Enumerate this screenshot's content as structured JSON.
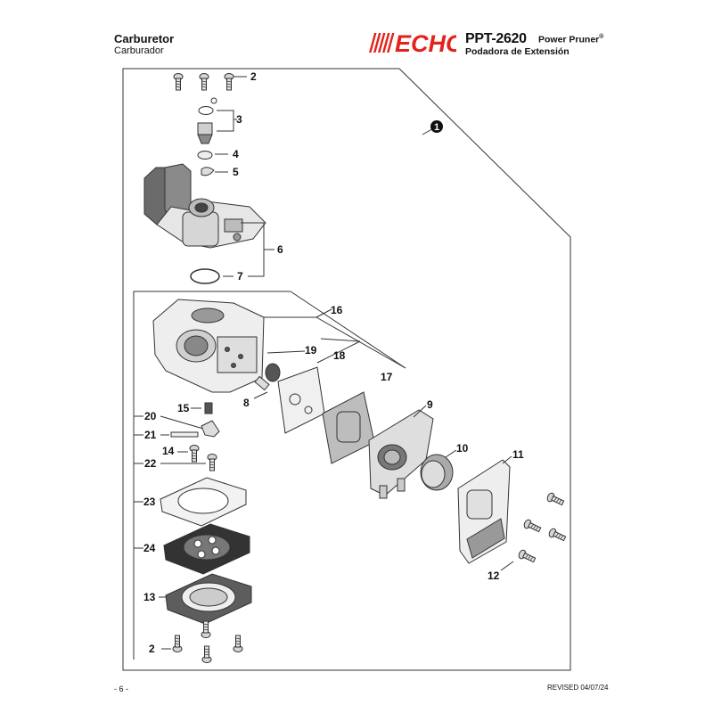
{
  "header": {
    "title": "Carburetor",
    "subtitle": "Carburador",
    "brand": "ECHO",
    "model": "PPT-2620",
    "model_name": "Power Pruner",
    "registered_mark": "®",
    "model_name_es": "Podadora de Extensión"
  },
  "footer": {
    "page": "- 6 -",
    "revised": "REVISED 04/07/24"
  },
  "colors": {
    "brand_red": "#e2231a",
    "line": "#333333",
    "part_fill": "#e9e9e9",
    "part_dark": "#555555"
  },
  "callouts": {
    "assembly": "1",
    "c2_top": "2",
    "c3": "3",
    "c4": "4",
    "c5": "5",
    "c6": "6",
    "c7": "7",
    "c16": "16",
    "c19": "19",
    "c18": "18",
    "c17": "17",
    "c8": "8",
    "c9": "9",
    "c15": "15",
    "c20": "20",
    "c21": "21",
    "c14": "14",
    "c22": "22",
    "c10": "10",
    "c11": "11",
    "c23": "23",
    "c24": "24",
    "c12": "12",
    "c13": "13",
    "c2_bottom": "2"
  }
}
